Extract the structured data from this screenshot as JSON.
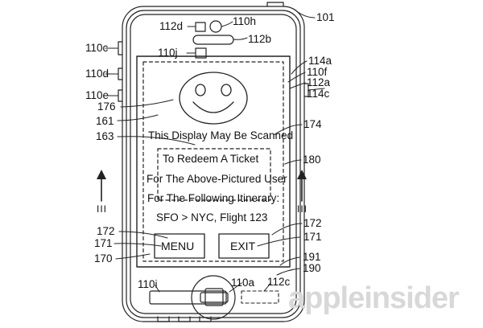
{
  "figure": {
    "title": "Patent figure of a mobile device displaying a scannable ticket screen",
    "watermark": "appleinsider",
    "watermark_color": "#d8d8d8",
    "line_color": "#222222",
    "background": "#ffffff"
  },
  "device_labels": {
    "body": "101",
    "top": [
      {
        "id": "112d",
        "text": "112d"
      },
      {
        "id": "110h",
        "text": "110h"
      },
      {
        "id": "112b",
        "text": "112b"
      },
      {
        "id": "110j",
        "text": "110j"
      }
    ],
    "left_edge": [
      {
        "id": "110c",
        "text": "110c"
      },
      {
        "id": "110d",
        "text": "110d"
      },
      {
        "id": "110e",
        "text": "110e"
      }
    ],
    "right_edge": [
      {
        "id": "114a",
        "text": "114a"
      },
      {
        "id": "110f",
        "text": "110f"
      },
      {
        "id": "112a",
        "text": "112a"
      },
      {
        "id": "114c",
        "text": "114c"
      }
    ],
    "bottom": [
      {
        "id": "110i",
        "text": "110i"
      },
      {
        "id": "110a",
        "text": "110a"
      },
      {
        "id": "112c",
        "text": "112c"
      }
    ]
  },
  "callouts_left": [
    {
      "id": "176",
      "text": "176"
    },
    {
      "id": "161",
      "text": "161"
    },
    {
      "id": "163",
      "text": "163"
    },
    {
      "id": "172",
      "text": "172"
    },
    {
      "id": "171",
      "text": "171"
    },
    {
      "id": "170",
      "text": "170"
    }
  ],
  "callouts_right": [
    {
      "id": "174",
      "text": "174"
    },
    {
      "id": "180",
      "text": "180"
    },
    {
      "id": "172",
      "text": "172"
    },
    {
      "id": "171",
      "text": "171"
    },
    {
      "id": "191",
      "text": "191"
    },
    {
      "id": "190",
      "text": "190"
    }
  ],
  "section_markers": {
    "left": "III",
    "right": "III"
  },
  "screen": {
    "lines": [
      "This Display May Be Scanned",
      "To Redeem A Ticket",
      "For The Above-Pictured User",
      "For The Following Itinerary:",
      "SFO > NYC, Flight 123"
    ],
    "avatar": "smiley-face-image",
    "buttons": [
      {
        "id": "menu",
        "label": "MENU"
      },
      {
        "id": "exit",
        "label": "EXIT"
      }
    ]
  }
}
